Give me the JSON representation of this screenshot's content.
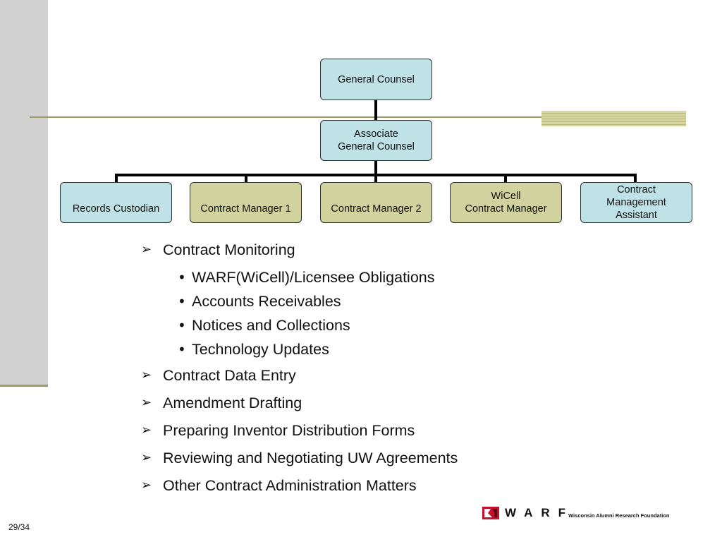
{
  "org_chart": {
    "top": "General Counsel",
    "middle": "Associate\nGeneral Counsel",
    "children": [
      "Records Custodian",
      "Contract Manager 1",
      "Contract Manager 2",
      "WiCell\nContract Manager",
      "Contract\nManagement\nAssistant"
    ]
  },
  "bullets": [
    {
      "level": 1,
      "text": "Contract Monitoring"
    },
    {
      "level": 2,
      "text": "WARF(WiCell)/Licensee Obligations"
    },
    {
      "level": 2,
      "text": "Accounts Receivables"
    },
    {
      "level": 2,
      "text": "Notices and Collections"
    },
    {
      "level": 2,
      "text": "Technology Updates"
    },
    {
      "level": 1,
      "text": "Contract Data Entry"
    },
    {
      "level": 1,
      "text": "Amendment Drafting"
    },
    {
      "level": 1,
      "text": "Preparing Inventor Distribution Forms"
    },
    {
      "level": 1,
      "text": "Reviewing and Negotiating UW Agreements"
    },
    {
      "level": 1,
      "text": "Other Contract Administration Matters"
    }
  ],
  "markers": {
    "level1": "➢",
    "level2": "•"
  },
  "footer": {
    "page_number": "29/34",
    "logo_text": "WARF",
    "logo_subtitle": "Wisconsin Alumni Research Foundation"
  },
  "colors": {
    "box_blue": "#bfe2e6",
    "box_olive": "#d2d29e",
    "accent_olive": "#9a9a63",
    "side_panel": "#d2d2d2",
    "logo_red": "#c8102e"
  }
}
